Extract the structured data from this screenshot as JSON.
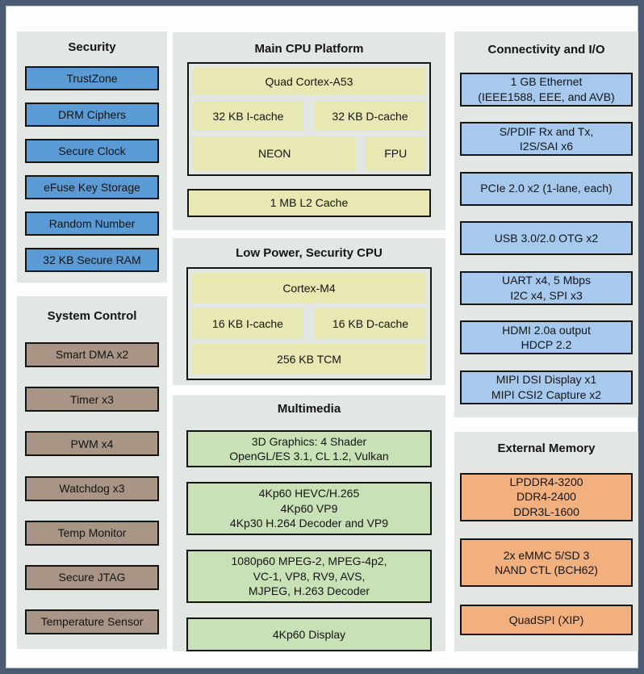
{
  "colors": {
    "frame": "#4b5b73",
    "panel_background": "#e3e7e3",
    "security_blue": "#5b9bd5",
    "io_blue": "#a7c9ee",
    "cpu_yellow": "#e7e8b2",
    "multimedia_green": "#c8e1b6",
    "memory_orange": "#f2b07e",
    "system_control_brown": "#a89585"
  },
  "sections": {
    "security": {
      "title": "Security",
      "items": [
        "TrustZone",
        "DRM Ciphers",
        "Secure Clock",
        "eFuse Key Storage",
        "Random Number",
        "32 KB Secure RAM"
      ]
    },
    "system_control": {
      "title": "System Control",
      "items": [
        "Smart DMA x2",
        "Timer x3",
        "PWM x4",
        "Watchdog x3",
        "Temp Monitor",
        "Secure JTAG",
        "Temperature Sensor"
      ]
    },
    "main_cpu": {
      "title": "Main CPU Platform",
      "core": "Quad Cortex-A53",
      "icache": "32 KB I-cache",
      "dcache": "32 KB D-cache",
      "neon": "NEON",
      "fpu": "FPU",
      "l2_cache": "1 MB L2 Cache"
    },
    "low_power_cpu": {
      "title": "Low Power, Security CPU",
      "core": "Cortex-M4",
      "icache": "16 KB I-cache",
      "dcache": "16 KB D-cache",
      "tcm": "256 KB TCM"
    },
    "multimedia": {
      "title": "Multimedia",
      "items": [
        "3D Graphics: 4 Shader\nOpenGL/ES 3.1, CL 1.2, Vulkan",
        "4Kp60 HEVC/H.265\n4Kp60 VP9\n4Kp30 H.264 Decoder and VP9",
        "1080p60 MPEG-2, MPEG-4p2,\nVC-1, VP8, RV9, AVS,\nMJPEG, H.263 Decoder",
        "4Kp60 Display"
      ]
    },
    "connectivity": {
      "title": "Connectivity and I/O",
      "items": [
        "1 GB Ethernet\n(IEEE1588, EEE, and AVB)",
        "S/PDIF Rx and Tx,\nI2S/SAI x6",
        "PCIe 2.0 x2 (1-lane, each)",
        "USB 3.0/2.0 OTG x2",
        "UART x4, 5 Mbps\nI2C x4, SPI x3",
        "HDMI 2.0a output\nHDCP 2.2",
        "MIPI DSI Display x1\nMIPI CSI2 Capture x2"
      ]
    },
    "external_memory": {
      "title": "External Memory",
      "items": [
        "LPDDR4-3200\nDDR4-2400\nDDR3L-1600",
        "2x eMMC 5/SD 3\nNAND CTL (BCH62)",
        "QuadSPI (XIP)"
      ]
    }
  }
}
